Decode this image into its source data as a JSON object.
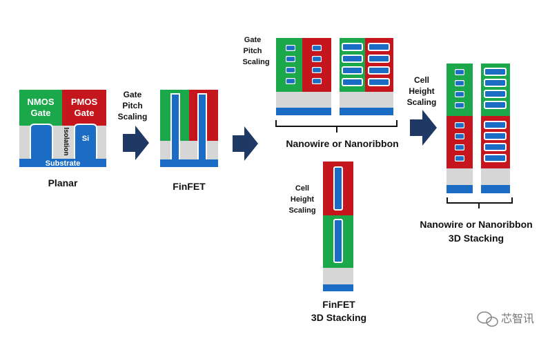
{
  "colors": {
    "green": "#1aa84a",
    "red": "#c4161c",
    "blue": "#1b6cc4",
    "gray": "#d6d6d6",
    "arrow": "#1f3864",
    "text": "#111111"
  },
  "planar": {
    "nmos_line1": "NMOS",
    "nmos_line2": "Gate",
    "pmos_line1": "PMOS",
    "pmos_line2": "Gate",
    "isolation": "Isolation",
    "si": "Si",
    "substrate": "Substrate",
    "caption": "Planar"
  },
  "arrow1": {
    "line1": "Gate",
    "line2": "Pitch",
    "line3": "Scaling"
  },
  "finfet": {
    "caption": "FinFET"
  },
  "gate_pitch_top": {
    "line1": "Gate",
    "line2": "Pitch",
    "line3": "Scaling"
  },
  "nanowire": {
    "caption": "Nanowire or Nanoribbon"
  },
  "finfet_3d": {
    "label_line1": "Cell",
    "label_line2": "Height",
    "label_line3": "Scaling",
    "caption_line1": "FinFET",
    "caption_line2": "3D Stacking"
  },
  "cell_height_right": {
    "line1": "Cell",
    "line2": "Height",
    "line3": "Scaling"
  },
  "nanowire_3d": {
    "caption_line1": "Nanowire or Nanoribbon",
    "caption_line2": "3D Stacking"
  },
  "watermark": {
    "text": "芯智讯"
  }
}
